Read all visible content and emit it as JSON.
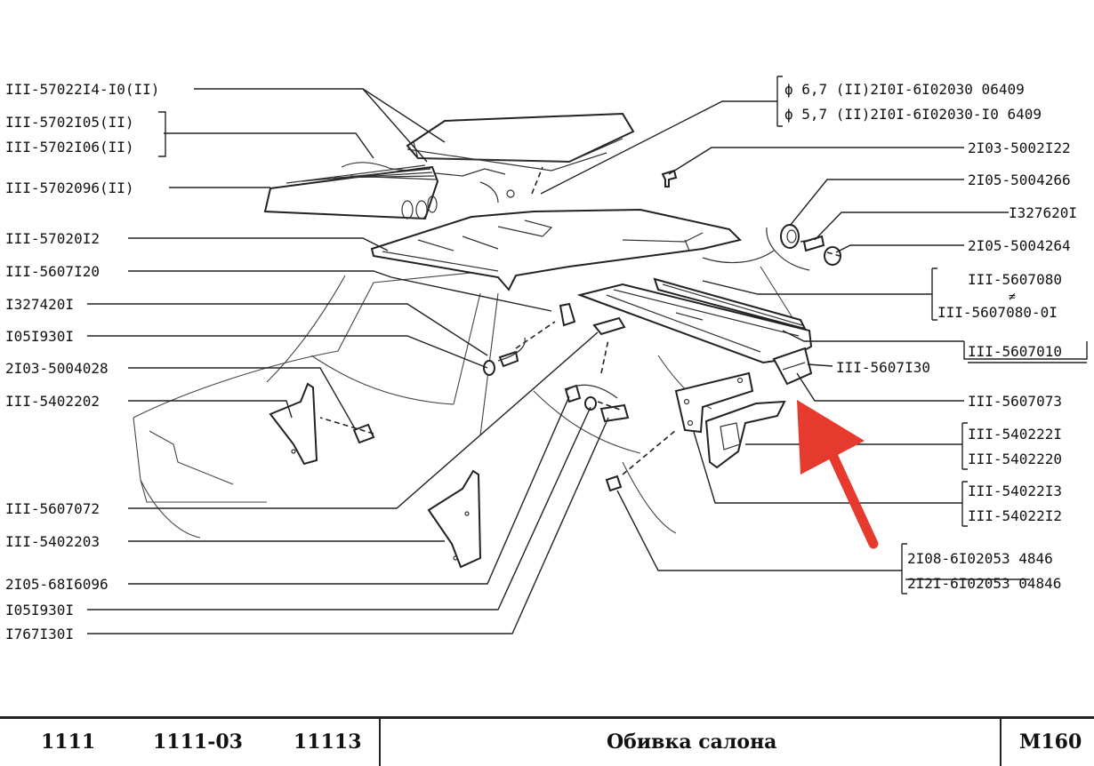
{
  "labels_left": [
    "III-57022I4-I0(II)",
    "III-5702I05(II)",
    "III-5702I06(II)",
    "III-5702096(II)",
    "III-57020I2",
    "III-5607I20",
    "I327420I",
    "I05I930I",
    "2I03-5004028",
    "III-5402202",
    "III-5607072",
    "III-5402203",
    "2I05-68I6096",
    "I05I930I",
    "I767I30I"
  ],
  "labels_right": {
    "dia_6_7": "ϕ 6,7 (II)2I0I-6I02030   06409",
    "dia_5_7": "ϕ 5,7 (II)2I0I-6I02030-I0 6409",
    "r1": "2I03-5002I22",
    "r2": "2I05-5004266",
    "r3": "I327620I",
    "r4": "2I05-5004264",
    "r5": "III-5607080",
    "r5_mark": "≠",
    "r6": "III-5607080-0I",
    "r7": "III-5607010",
    "r8": "III-5607I30",
    "r9": "III-5607073",
    "r10": "III-540222I",
    "r11": "III-5402220",
    "r12": "III-54022I3",
    "r13": "III-54022I2",
    "r14": "2I08-6I02053  4846",
    "r15": "2I2I-6I02053 04846"
  },
  "footer": {
    "model_1": "1111",
    "model_2": "1111-03",
    "model_3": "11113",
    "title": "Обивка салона",
    "page_code": "М160"
  },
  "colors": {
    "arrow": "#e63a2e",
    "ink": "#222222",
    "background": "#ffffff"
  }
}
